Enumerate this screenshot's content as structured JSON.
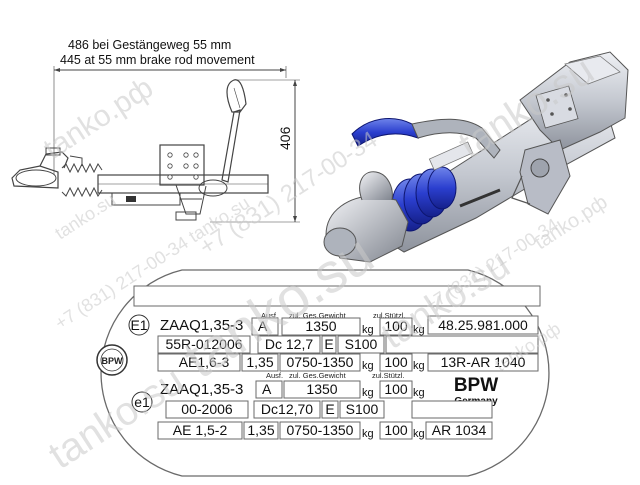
{
  "drawing": {
    "dim_text_de": "486 bei Gestängeweg 55 mm",
    "dim_text_en": "445 at 55 mm brake rod movement",
    "height_dim": "406"
  },
  "plate": {
    "top_block": {
      "mark": "E1",
      "labels": {
        "ausf": "Ausf.",
        "gesgewicht": "zul. Ges.Gewicht",
        "stuetzl": "zul.Stützl."
      },
      "type": "ZAAQ1,35-3",
      "ausf": "A",
      "weight": "1350",
      "weight_unit": "kg",
      "load": "100",
      "load_unit": "kg",
      "part_no": "48.25.981.000",
      "approval": "55R-012006",
      "dc": "Dc 12,7",
      "e_label": "E",
      "s": "S100",
      "ae": "AE1,6-3",
      "ratio": "1,35",
      "range": "0750-1350",
      "range_unit": "kg",
      "range_load": "100",
      "range_load_unit": "kg",
      "ar": "13R-AR 1040"
    },
    "bottom_block": {
      "mark": "e1",
      "labels": {
        "ausf": "Ausf.",
        "gesgewicht": "zul. Ges.Gewicht",
        "stuetzl": "zul.Stützl."
      },
      "type": "ZAAQ1,35-3",
      "ausf": "A",
      "weight": "1350",
      "weight_unit": "kg",
      "load": "100",
      "load_unit": "kg",
      "approval": "00-2006",
      "dc": "Dc12,70",
      "e_label": "E",
      "s": "S100",
      "ae": "AE 1,5-2",
      "ratio": "1,35",
      "range": "0750-1350",
      "range_unit": "kg",
      "range_load": "100",
      "range_load_unit": "kg",
      "ar": "AR 1034"
    },
    "brand": "BPW",
    "country": "Germany",
    "logo_text": "BPW"
  },
  "watermarks": {
    "w1": "tanko.рф",
    "w2": "+7 (831) 217-00-34",
    "w3": "tanko.su",
    "w4": "tanko.su",
    "w5": "tanko.su",
    "w6": "+7 (831) 217-00-34 tanko.su",
    "w7": "tanko.su",
    "w8": "tanko.рф",
    "w9": "+7 (831) 217-00-34",
    "w10": "tanko.su",
    "w11": "tanko.рф"
  },
  "colors": {
    "handle_blue": "#2f47b8",
    "bellows_blue": "#2b3fcf",
    "metal": "#c9ccd3",
    "line": "#444444"
  }
}
